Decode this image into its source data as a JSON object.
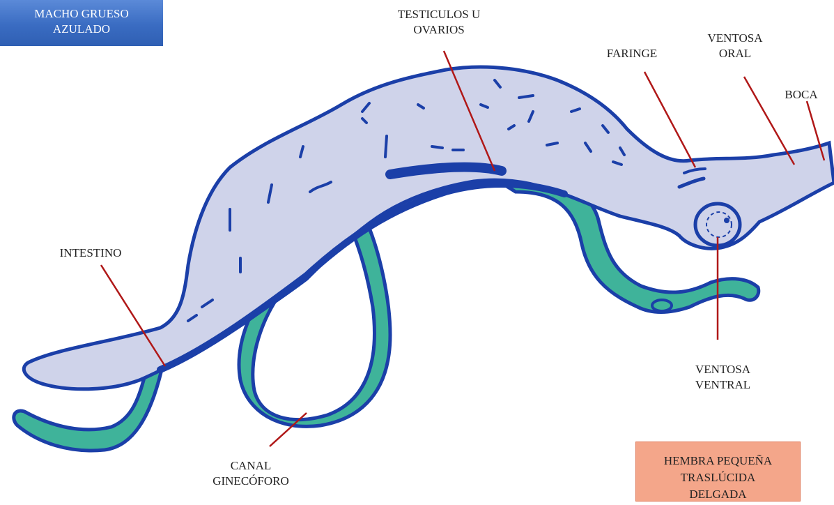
{
  "labels": {
    "male_box": "MACHO GRUESO\nAZULADO",
    "female_box": "HEMBRA PEQUEÑA\nTRASLÚCIDA\nDELGADA",
    "testes": "TESTICULOS U\nOVARIOS",
    "faringe": "FARINGE",
    "ventosa_oral": "VENTOSA\nORAL",
    "boca": "BOCA",
    "intestino": "INTESTINO",
    "ventosa_ventral": "VENTOSA\nVENTRAL",
    "canal": "CANAL\nGINECÓFORO"
  },
  "colors": {
    "male_body": "#cfd3ea",
    "male_outline": "#1b3fa8",
    "female_body": "#3fb39a",
    "pointer_line": "#b01818"
  }
}
